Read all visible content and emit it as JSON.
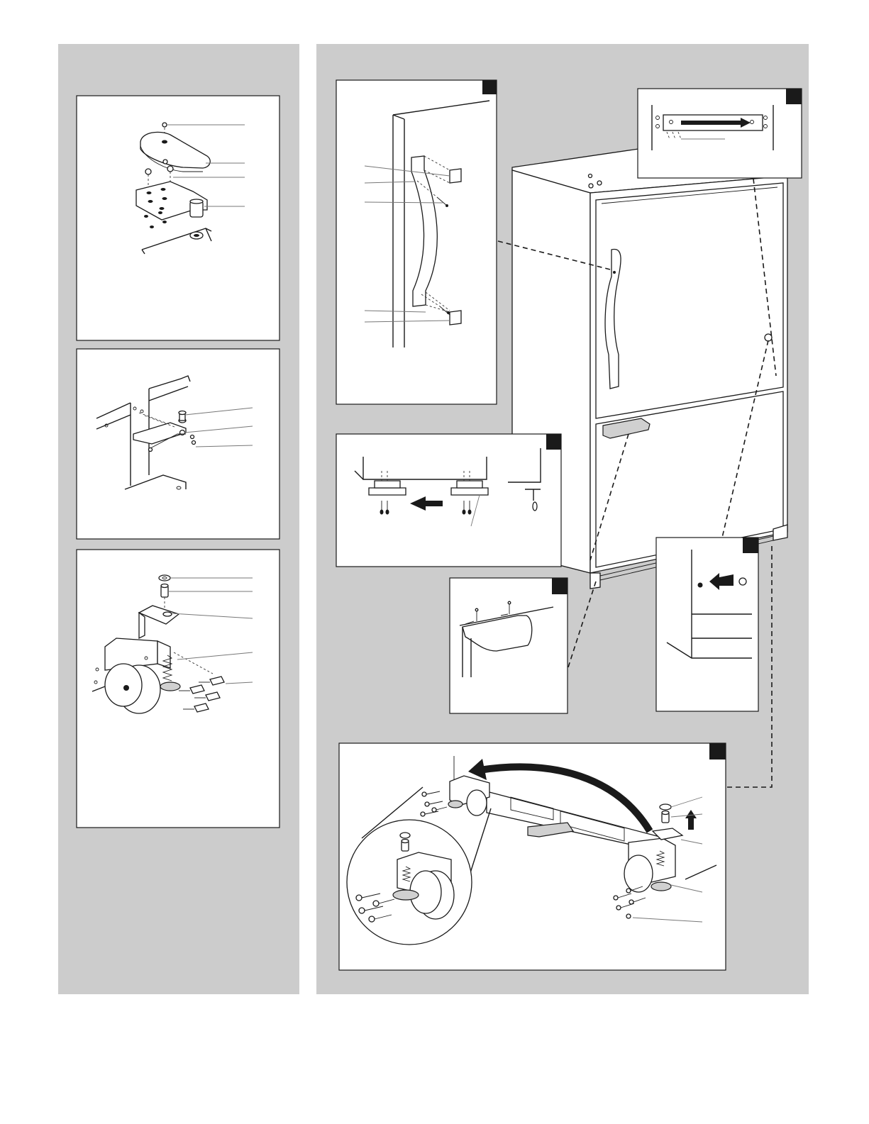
{
  "colors": {
    "panel_background": "#cccccc",
    "inset_background": "#ffffff",
    "line": "#1a1a1a"
  },
  "left_column": {
    "panels": [
      {
        "name": "top-hinge-detail",
        "callouts": 4
      },
      {
        "name": "center-hinge-detail",
        "callouts": 3
      },
      {
        "name": "caster-assembly-detail",
        "callouts": 5
      }
    ]
  },
  "right_column": {
    "insets": [
      {
        "name": "handle-detail",
        "callouts": 5
      },
      {
        "name": "hinge-cover-strip-detail",
        "callouts": 0
      },
      {
        "name": "freezer-handle-bracket-detail",
        "callouts": 1
      },
      {
        "name": "drawer-trim-detail",
        "callouts": 0
      },
      {
        "name": "plug-hole-detail",
        "callouts": 0
      },
      {
        "name": "caster-swap-detail",
        "callouts": 5
      }
    ]
  }
}
